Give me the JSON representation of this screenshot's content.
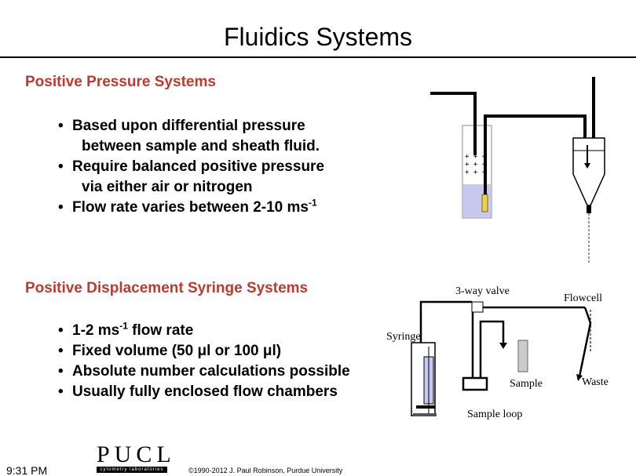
{
  "slide": {
    "title": "Fluidics Systems",
    "section1": {
      "heading": "Positive Pressure Systems",
      "bullets": [
        {
          "line1": "Based upon differential pressure",
          "line2": "between sample and sheath fluid."
        },
        {
          "line1": "Require balanced positive pressure",
          "line2": "via either air or nitrogen"
        },
        {
          "text": "Flow rate varies between 2-10 ms",
          "sup": "-1"
        }
      ],
      "diagram": {
        "pressure_marks": "+ + +"
      }
    },
    "section2": {
      "heading": "Positive Displacement Syringe Systems",
      "bullets": [
        {
          "pre": "1-2 ms",
          "sup": "-1",
          "post": " flow rate"
        },
        {
          "text": "Fixed volume (50 μl or 100 μl)"
        },
        {
          "text": "Absolute number calculations possible"
        },
        {
          "text": "Usually fully enclosed flow chambers"
        }
      ],
      "diagram": {
        "three_way_valve": "3-way valve",
        "flowcell": "Flowcell",
        "syringe": "Syringe",
        "sample": "Sample",
        "waste": "Waste",
        "sample_loop": "Sample loop"
      }
    }
  },
  "footer": {
    "time": "9:31 PM",
    "logo_text": "PUCL",
    "logo_subtext": "cytometry laboratories",
    "copyright": "©1990-2012 J. Paul Robinson, Purdue University"
  },
  "colors": {
    "heading": "#c0392b",
    "fluid": "#c8c8f0"
  }
}
